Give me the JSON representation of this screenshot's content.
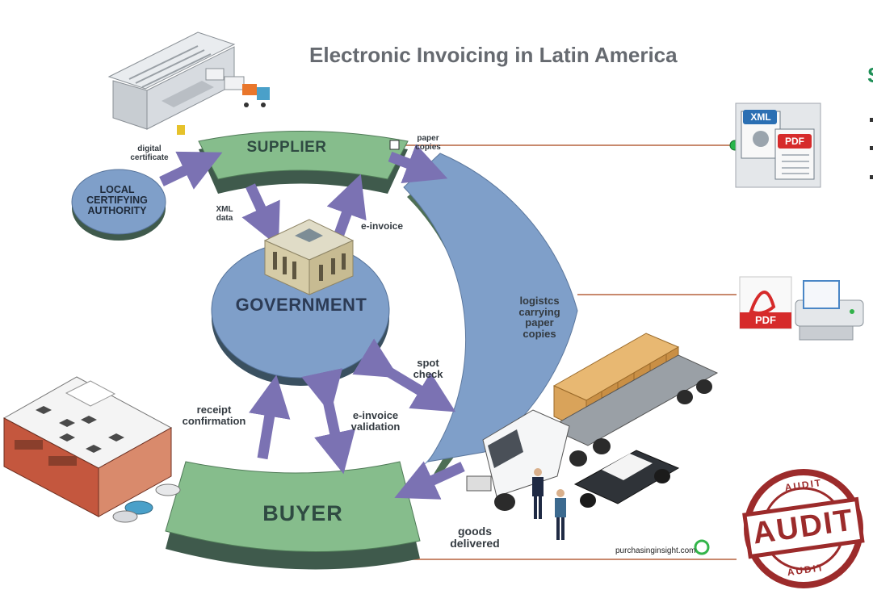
{
  "title": "Electronic Invoicing in Latin America",
  "nodes": {
    "supplier": "SUPPLIER",
    "buyer": "BUYER",
    "government": "GOVERNMENT",
    "authority_line1": "LOCAL",
    "authority_line2": "CERTIFYING",
    "authority_line3": "AUTHORITY"
  },
  "flows": {
    "digital_certificate_line1": "digital",
    "digital_certificate_line2": "certificate",
    "xml_data_line1": "XML",
    "xml_data_line2": "data",
    "e_invoice": "e-invoice",
    "paper_copies_line1": "paper",
    "paper_copies_line2": "copies",
    "logistics_line1": "logistcs",
    "logistics_line2": "carrying",
    "logistics_line3": "paper",
    "logistics_line4": "copies",
    "spot_check_line1": "spot",
    "spot_check_line2": "check",
    "receipt_line1": "receipt",
    "receipt_line2": "confirmation",
    "validation_line1": "e-invoice",
    "validation_line2": "validation",
    "goods_line1": "goods",
    "goods_line2": "delivered"
  },
  "icons": {
    "xml_badge": "XML",
    "pdf_badge": "PDF",
    "pdf_printer_badge": "PDF",
    "audit_word": "AUDIT",
    "audit_ring_top": "AUDIT",
    "audit_ring_bottom": "AUDIT"
  },
  "credit": "purchasinginsight.com",
  "edge_fragment": "S",
  "colors": {
    "green_arc": "#86bd8c",
    "blue_arc": "#7f9fc9",
    "arrow_purple": "#7b72b3",
    "connector_line": "#b5623d",
    "audit_red": "#9c2b2b"
  }
}
